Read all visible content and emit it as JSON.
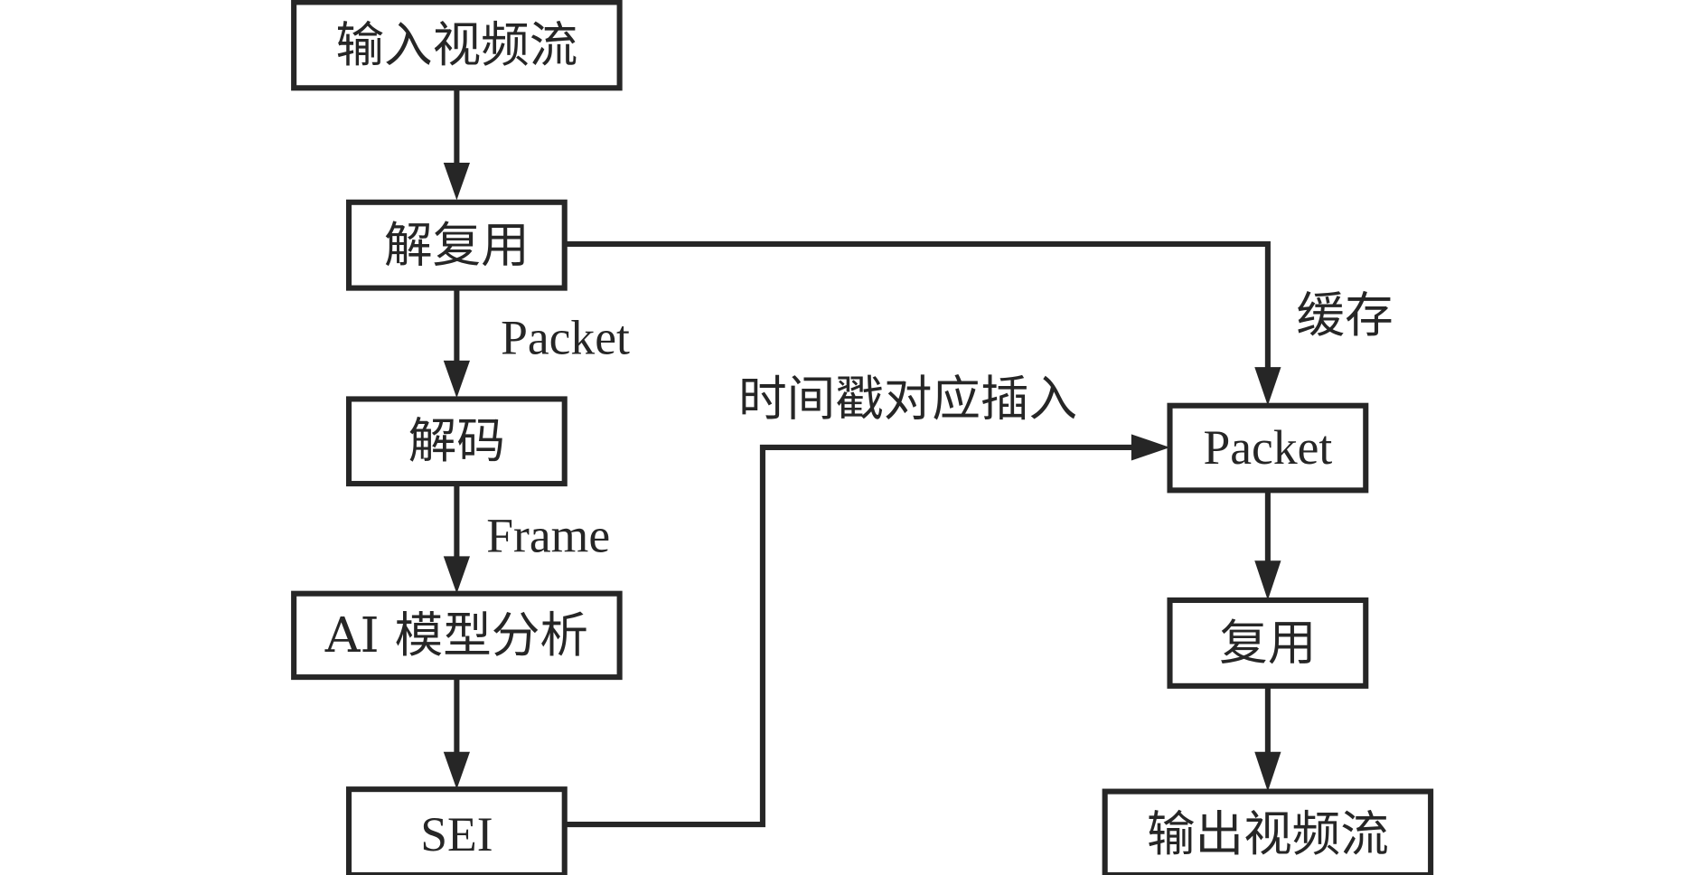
{
  "diagram": {
    "type": "flowchart",
    "nodes": {
      "input_stream": "输入视频流",
      "demux": "解复用",
      "decode": "解码",
      "ai_analysis": "AI 模型分析",
      "sei": "SEI",
      "packet": "Packet",
      "mux": "复用",
      "output_stream": "输出视频流"
    },
    "edges": [
      {
        "from": "input_stream",
        "to": "demux",
        "label": ""
      },
      {
        "from": "demux",
        "to": "decode",
        "label": "Packet"
      },
      {
        "from": "decode",
        "to": "ai_analysis",
        "label": "Frame"
      },
      {
        "from": "ai_analysis",
        "to": "sei",
        "label": ""
      },
      {
        "from": "demux",
        "to": "packet",
        "label": "缓存"
      },
      {
        "from": "sei",
        "to": "packet",
        "label": "时间戳对应插入"
      },
      {
        "from": "packet",
        "to": "mux",
        "label": ""
      },
      {
        "from": "mux",
        "to": "output_stream",
        "label": ""
      }
    ],
    "edge_labels": {
      "packet": "Packet",
      "frame": "Frame",
      "cache": "缓存",
      "timestamp_insert": "时间戳对应插入"
    },
    "colors": {
      "stroke": "#262626",
      "background": "#ffffff"
    }
  }
}
